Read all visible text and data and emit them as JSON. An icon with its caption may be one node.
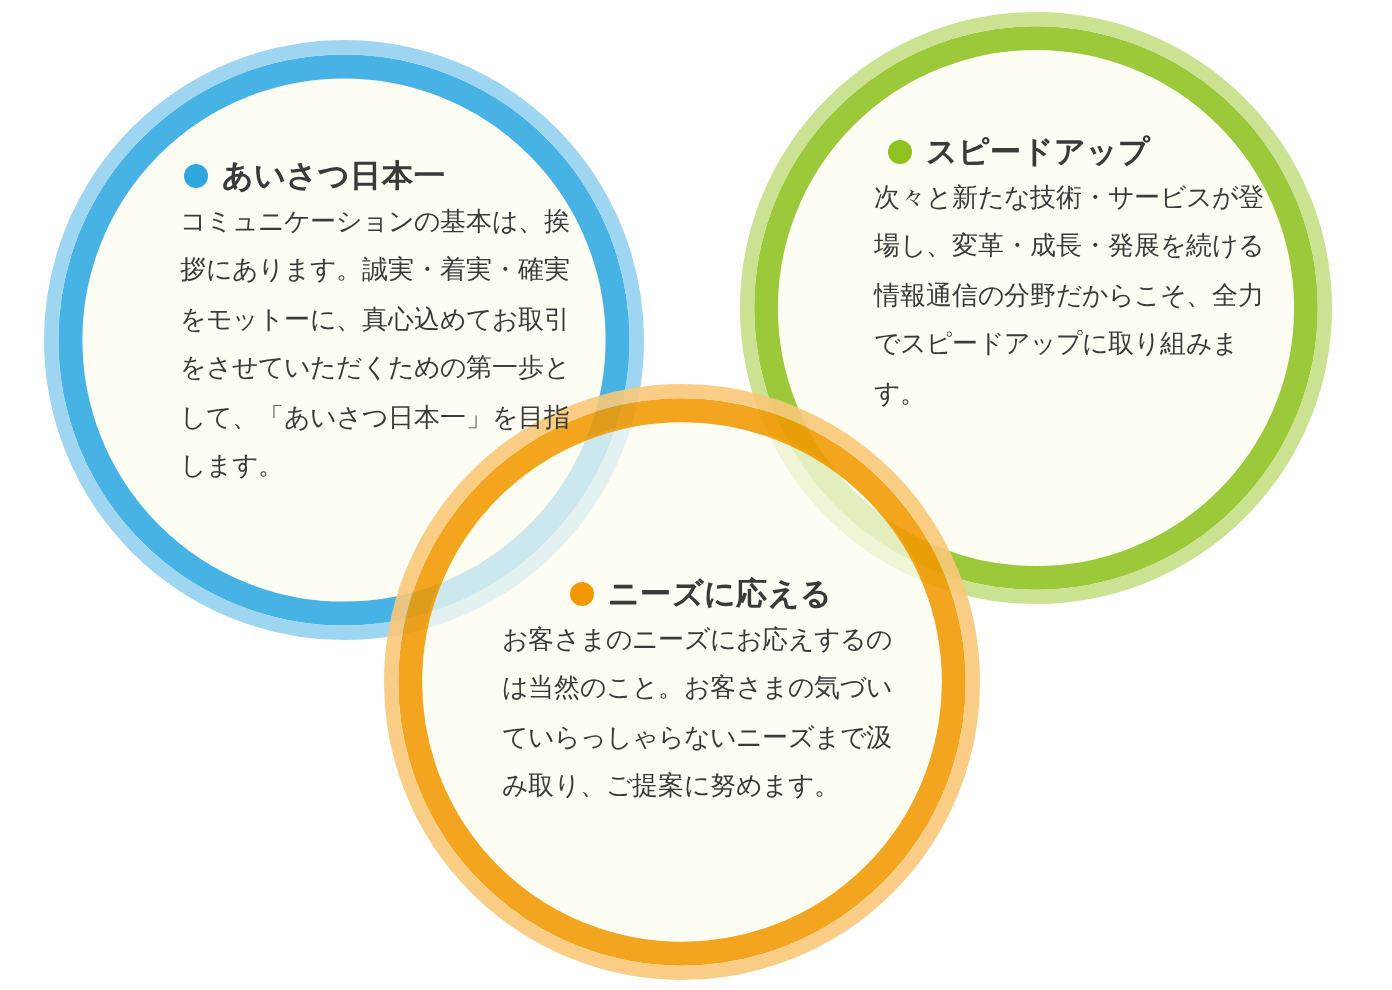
{
  "diagram": {
    "nodes": [
      {
        "text": [
          "あいさつ日本一",
          "コミュニケーションの基本は、挨拶にあります。誠実・着実・確実をモットーに、真心込めてお取引をさせていただくための第一歩として、「あいさつ日本一」を目指します。"
        ]
      },
      {
        "text": [
          "スピードアップ",
          "次々と新たな技術・サービスが登場し、変革・成長・発展を続ける情報通信の分野だからこそ、全力でスピードアップに取り組みます。"
        ]
      },
      {
        "text": [
          "ニーズに応える",
          "お客さまのニーズにお応えするのは当然のこと。お客さまの気づいていらっしゃらないニーズまで汲み取り、ご提案に努めます。"
        ]
      }
    ]
  }
}
